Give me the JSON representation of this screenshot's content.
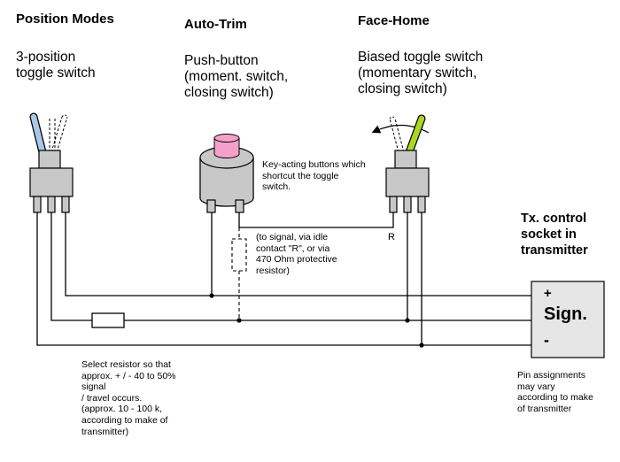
{
  "sections": {
    "position_modes": {
      "title": "Position Modes",
      "desc": "3-position\ntoggle switch"
    },
    "auto_trim": {
      "title": "Auto-Trim",
      "desc": "Push-button\n(moment. switch,\nclosing switch)"
    },
    "face_home": {
      "title": "Face-Home",
      "desc": "Biased toggle switch\n(momentary switch,\nclosing switch)"
    }
  },
  "notes": {
    "key_acting": "Key-acting buttons which\nshortcut the toggle\nswitch.",
    "to_signal": "(to signal, via idle\ncontact \"R\", or via\n470 Ohm protective\nresistor)",
    "contact_r": "R",
    "select_resistor": "Select resistor so that\napprox. + / -  40 to 50%\nsignal\n/ travel occurs.\n(approx. 10 - 100 k,\naccording to make of\ntransmitter)",
    "pin_assignments": "Pin assignments\nmay vary\naccording to make\nof transmitter"
  },
  "socket": {
    "title": "Tx. control\nsocket in\ntransmitter",
    "plus": "+",
    "signal": "Sign.",
    "minus": "-"
  },
  "colors": {
    "wire": "#000000",
    "switch_body": "#c8c8c8",
    "socket_fill": "#e6e6e6",
    "lever_blue": "#a8c8e8",
    "lever_green": "#a8d820",
    "button_pink": "#f4a0c8"
  }
}
